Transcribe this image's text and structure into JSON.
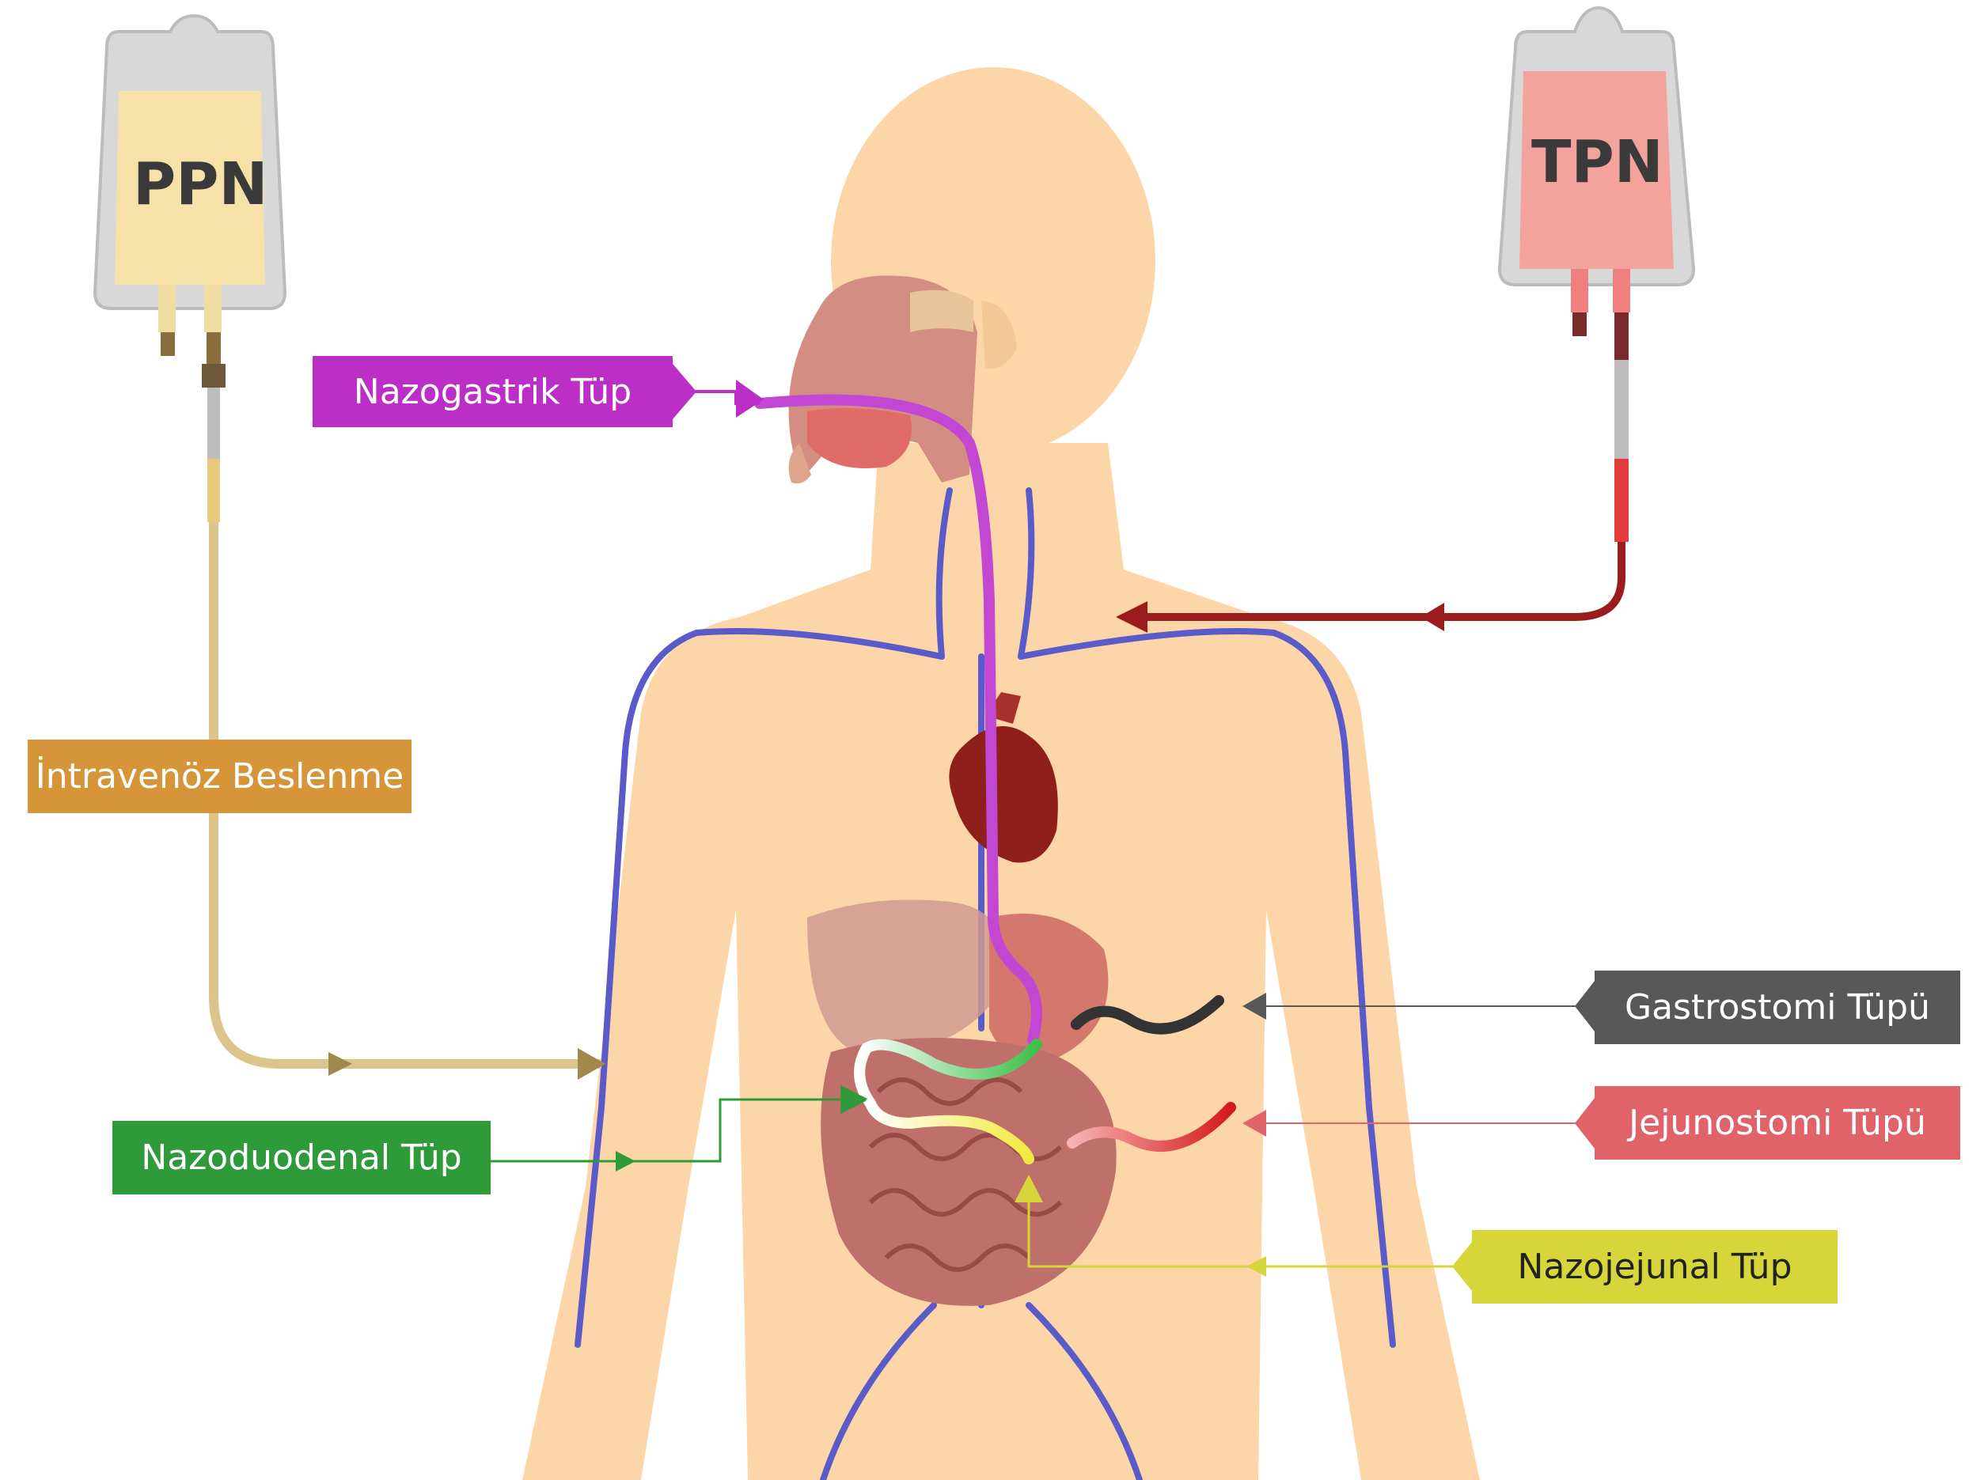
{
  "bags": {
    "left": {
      "label": "PPN",
      "fluid_color": "#f6e2a8"
    },
    "right": {
      "label": "TPN",
      "fluid_color": "#f3a39c"
    }
  },
  "labels": {
    "nazogastrik": {
      "text": "Nazogastrik Tüp",
      "color": "#bb2fc7"
    },
    "intravenoz": {
      "text": "İntravenöz Beslenme",
      "color": "#d69539"
    },
    "nazoduodenal": {
      "text": "Nazoduodenal Tüp",
      "color": "#2e9a3a"
    },
    "gastrostomi": {
      "text": "Gastrostomi Tüpü",
      "color": "#585858"
    },
    "jejunostomi": {
      "text": "Jejunostomi Tüpü",
      "color": "#e0636a"
    },
    "nazojejunal": {
      "text": "Nazojejunal Tüp",
      "color": "#d6d63a"
    }
  },
  "colors": {
    "skin": "#fcd6a8",
    "veins": "#5a5ac8",
    "tpn_line": "#9b1c1c",
    "ppn_line": "#dcc48a",
    "heart": "#8f1f1a",
    "intestine": "#c0706a"
  }
}
